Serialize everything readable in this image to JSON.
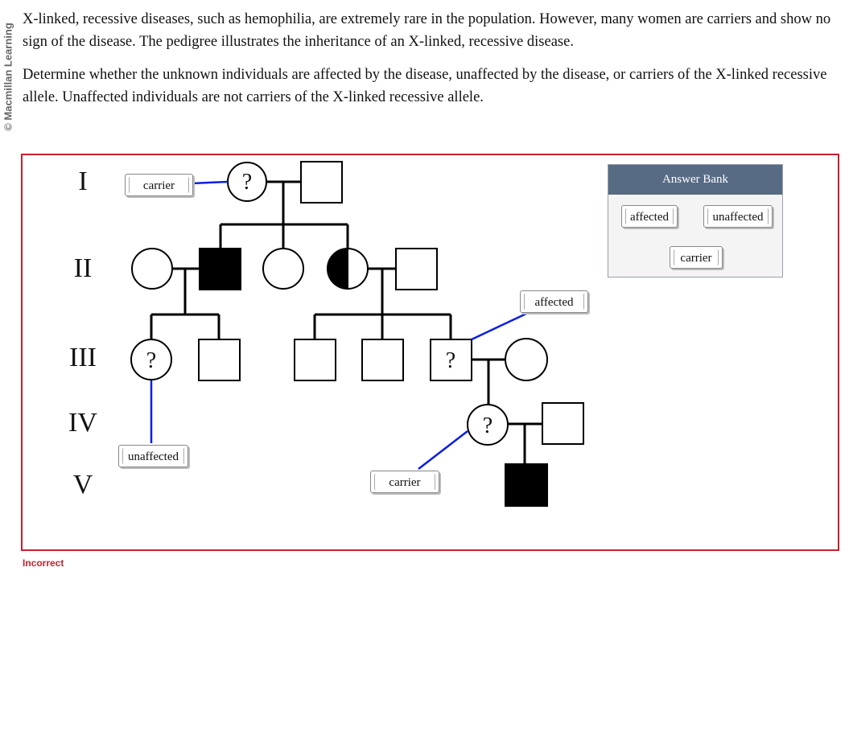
{
  "watermark": "© Macmillan Learning",
  "intro_text": "X-linked, recessive diseases, such as hemophilia, are extremely rare in the population. However, many women are carriers and show no sign of the disease. The pedigree illustrates the inheritance of an X-linked, recessive disease.",
  "instruction_text": "Determine whether the unknown individuals are affected by the disease, unaffected by the disease, or carriers of the X-linked recessive allele. Unaffected individuals are not carriers of the X-linked recessive allele.",
  "generations": [
    "I",
    "II",
    "III",
    "IV",
    "V"
  ],
  "unknown_marker": "?",
  "placed_labels": {
    "gen1_female": "carrier",
    "gen3_female": "unaffected",
    "gen3_male": "affected",
    "gen4_female": "carrier"
  },
  "answer_bank": {
    "title": "Answer Bank",
    "options": [
      "affected",
      "unaffected",
      "carrier"
    ]
  },
  "status": "Incorrect",
  "colors": {
    "frame": "#c8202f",
    "connector": "#0a1ee0",
    "bank_header": "#576b85",
    "affected_fill": "#000000"
  }
}
